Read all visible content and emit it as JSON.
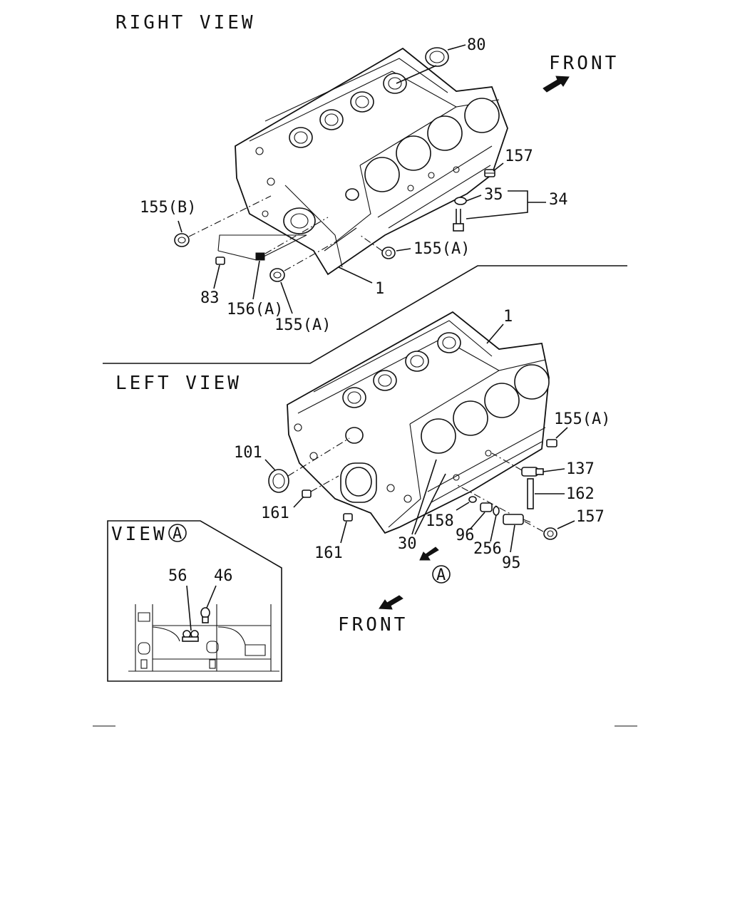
{
  "right_view": {
    "title": "RIGHT VIEW",
    "front_label": "FRONT",
    "callouts": {
      "c80": "80",
      "c157": "157",
      "c35": "35",
      "c34": "34",
      "c155b": "155(B)",
      "c155a_1": "155(A)",
      "c1": "1",
      "c83": "83",
      "c156a": "156(A)",
      "c155a_2": "155(A)"
    }
  },
  "left_view": {
    "title": "LEFT VIEW",
    "front_label": "FRONT",
    "view_marker": "A",
    "callouts": {
      "c1": "1",
      "c155a": "155(A)",
      "c101": "101",
      "c137": "137",
      "c162": "162",
      "c161_1": "161",
      "c157": "157",
      "c158": "158",
      "c96": "96",
      "c256": "256",
      "c161_2": "161",
      "c30": "30",
      "c95": "95"
    }
  },
  "detail_view": {
    "title": "VIEW",
    "marker": "A",
    "callouts": {
      "c56": "56",
      "c46": "46"
    }
  }
}
